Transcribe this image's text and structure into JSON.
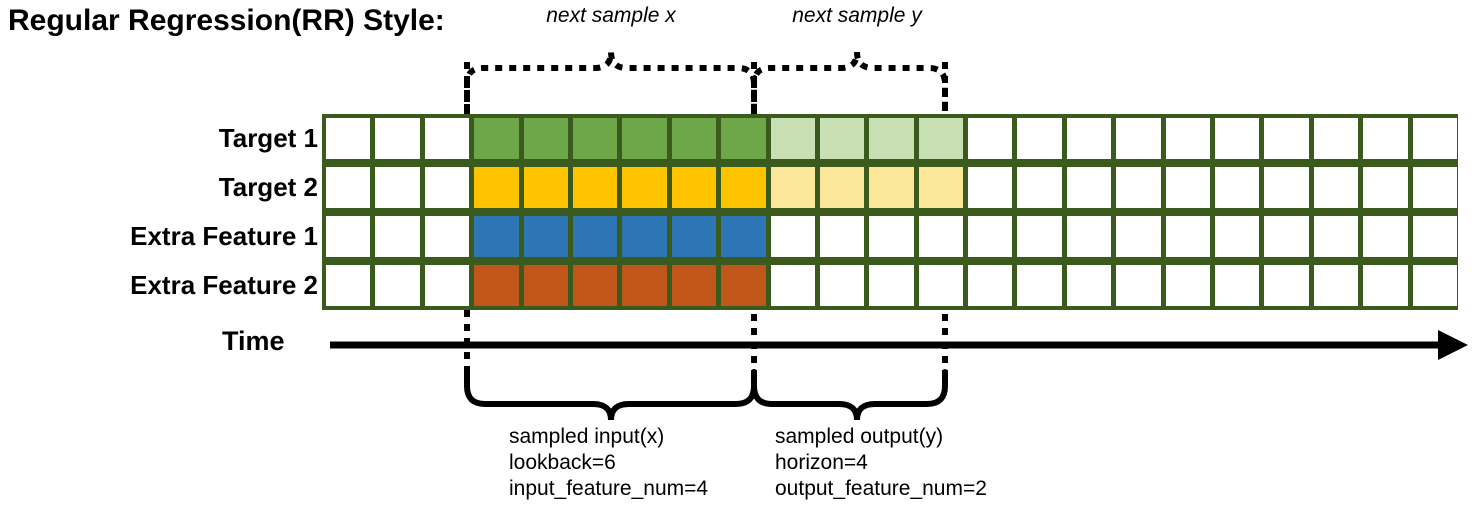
{
  "title": "Regular Regression(RR) Style:",
  "rows": [
    {
      "label": "Target 1",
      "color": "#6DA74A",
      "light": "#C8E0B4",
      "has_horizon": true
    },
    {
      "label": "Target 2",
      "color": "#FFC400",
      "light": "#FCE69A",
      "has_horizon": true
    },
    {
      "label": "Extra Feature 1",
      "color": "#2E75B6",
      "light": "",
      "has_horizon": false
    },
    {
      "label": "Extra Feature 2",
      "color": "#C1561A",
      "light": "",
      "has_horizon": false
    }
  ],
  "grid": {
    "columns": 23,
    "lead_blank_columns": 3,
    "input_columns": 6,
    "output_columns": 4,
    "border_color": "#3A5A1E",
    "empty_color": "#FFFFFF"
  },
  "top_braces": [
    {
      "label": "next sample x"
    },
    {
      "label": "next sample y"
    }
  ],
  "axis": {
    "label": "Time"
  },
  "bottom_braces": [
    {
      "lines": [
        "sampled input(x)",
        "lookback=6",
        "input_feature_num=4"
      ]
    },
    {
      "lines": [
        "sampled output(y)",
        "horizon=4",
        "output_feature_num=2"
      ]
    }
  ]
}
